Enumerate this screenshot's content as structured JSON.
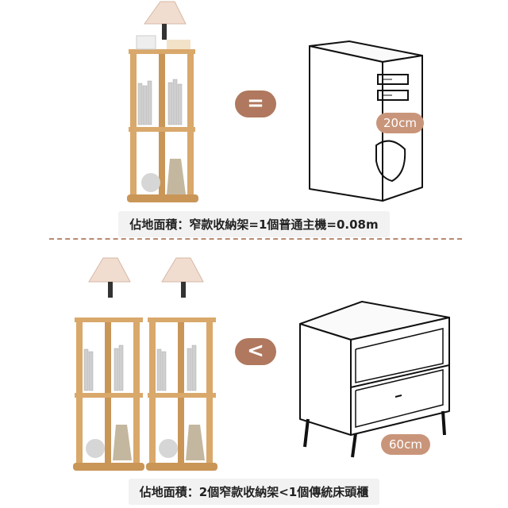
{
  "top": {
    "operator": "=",
    "size_label": "20cm",
    "caption": "佔地面積：窄款收納架=1個普通主機=0.08m"
  },
  "bottom": {
    "operator": "<",
    "size_label": "60cm",
    "caption": "佔地面積：2個窄款收納架<1個傳統床頭櫃"
  },
  "colors": {
    "operator_badge": "#b0785e",
    "size_pill": "#c9957a",
    "divider": "#b88a70",
    "wood": "#d9a86b",
    "wood_dark": "#b9854a"
  }
}
